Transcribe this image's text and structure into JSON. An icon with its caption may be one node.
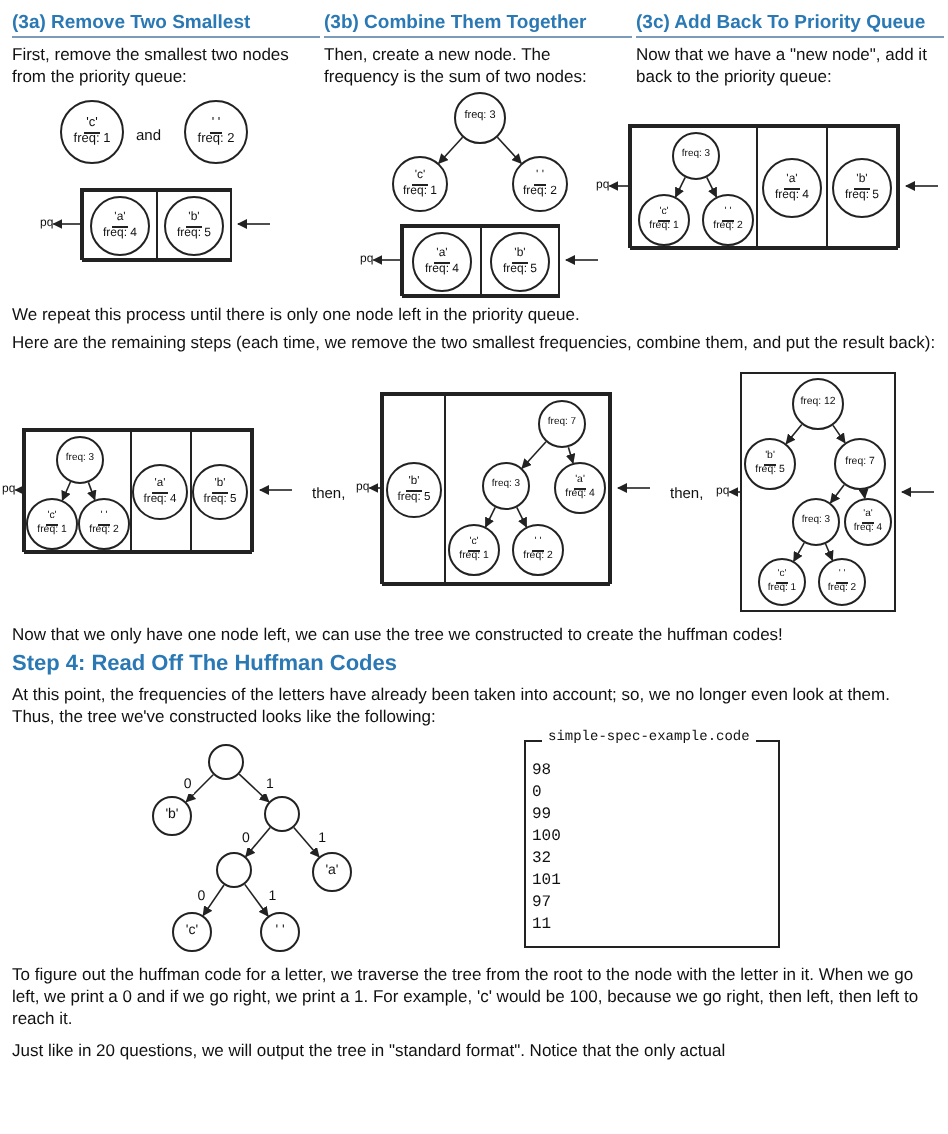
{
  "diagram": {
    "nodes": [
      {
        "text": [
          "'c'",
          "freq: 1"
        ]
      },
      {
        "text": [
          "' '",
          "freq: 2"
        ]
      },
      {
        "text": [
          "pq"
        ]
      },
      {
        "text": [],
        "shape": "box"
      },
      {
        "text": [],
        "shape": "box",
        "in": 3
      },
      {
        "text": [
          "'a'",
          "freq: 4"
        ],
        "in": 4
      },
      {
        "text": [],
        "shape": "box",
        "in": 3
      },
      {
        "text": [
          "'b'",
          "freq: 5"
        ],
        "in": 6
      },
      {
        "text": [
          "freq: 3"
        ]
      },
      {
        "text": [
          "'c'",
          "freq: 1"
        ]
      },
      {
        "text": [
          "' '",
          "freq: 2"
        ]
      },
      {
        "text": [
          "pq"
        ]
      },
      {
        "text": [],
        "shape": "box"
      },
      {
        "text": [],
        "shape": "box",
        "in": 12
      },
      {
        "text": [
          "'a'",
          "freq: 4"
        ],
        "in": 13
      },
      {
        "text": [],
        "shape": "box",
        "in": 12
      },
      {
        "text": [
          "'b'",
          "freq: 5"
        ],
        "in": 15
      },
      {
        "text": [
          "pq"
        ]
      },
      {
        "text": [],
        "shape": "box"
      },
      {
        "text": [],
        "shape": "box",
        "in": 18
      },
      {
        "text": [
          "freq: 3"
        ],
        "in": 19
      },
      {
        "text": [
          "'c'",
          "freq: 1"
        ],
        "in": 19
      },
      {
        "text": [
          "' '",
          "freq: 2"
        ],
        "in": 19
      },
      {
        "text": [],
        "shape": "box",
        "in": 18
      },
      {
        "text": [
          "'a'",
          "freq: 4"
        ],
        "in": 23
      },
      {
        "text": [],
        "shape": "box",
        "in": 18
      },
      {
        "text": [
          "'b'",
          "freq: 5"
        ],
        "in": 25
      },
      {
        "text": [
          "pq"
        ]
      },
      {
        "text": [],
        "shape": "box"
      },
      {
        "text": [],
        "shape": "box",
        "in": 28
      },
      {
        "text": [
          "freq: 3"
        ],
        "in": 29
      },
      {
        "text": [
          "'c'",
          "freq: 1"
        ],
        "in": 29
      },
      {
        "text": [
          "' '",
          "freq: 2"
        ],
        "in": 29
      },
      {
        "text": [],
        "shape": "box",
        "in": 28
      },
      {
        "text": [
          "'a'",
          "freq: 4"
        ],
        "in": 33
      },
      {
        "text": [],
        "shape": "box",
        "in": 28
      },
      {
        "text": [
          "'b'",
          "freq: 5"
        ],
        "in": 35
      },
      {
        "text": [
          "pq"
        ]
      },
      {
        "text": [],
        "shape": "box"
      },
      {
        "text": [],
        "shape": "box",
        "in": 38
      },
      {
        "text": [
          "'b'",
          "freq: 5"
        ],
        "in": 39
      },
      {
        "text": [],
        "shape": "box",
        "in": 38
      },
      {
        "text": [
          "freq: 7"
        ],
        "in": 41
      },
      {
        "text": [
          "freq: 3"
        ],
        "in": 41
      },
      {
        "text": [
          "'a'",
          "freq: 4"
        ],
        "in": 41
      },
      {
        "text": [
          "'c'",
          "freq: 1"
        ],
        "in": 41
      },
      {
        "text": [
          "' '",
          "freq: 2"
        ],
        "in": 41
      },
      {
        "text": [
          "pq"
        ]
      },
      {
        "text": [],
        "shape": "box"
      },
      {
        "text": [
          "freq: 12"
        ],
        "in": 48
      },
      {
        "text": [
          "'b'",
          "freq: 5"
        ],
        "in": 48
      },
      {
        "text": [
          "freq: 7"
        ],
        "in": 48
      },
      {
        "text": [
          "freq: 3"
        ],
        "in": 48
      },
      {
        "text": [
          "'a'",
          "freq: 4"
        ],
        "in": 48
      },
      {
        "text": [
          "'c'",
          "freq: 1"
        ],
        "in": 48
      },
      {
        "text": [
          "' '",
          "freq: 2"
        ],
        "in": 48
      },
      {
        "text": [],
        "shape": "circle"
      },
      {
        "text": [
          "'b'"
        ]
      },
      {
        "text": [],
        "shape": "circle"
      },
      {
        "text": [],
        "shape": "circle"
      },
      {
        "text": [
          "'a'"
        ]
      },
      {
        "text": [
          "'c'"
        ]
      },
      {
        "text": [
          "' '"
        ]
      },
      {
        "text": [
          "simple-spec-example.code",
          "98",
          "0",
          "99",
          "100",
          "32",
          "101",
          "97",
          "11"
        ]
      }
    ],
    "edges": [
      {
        "from": 3,
        "to": 2,
        "arrow": "to"
      },
      {
        "from": null,
        "to": 3,
        "arrow": "to"
      },
      {
        "from": 8,
        "to": 9,
        "arrow": "to"
      },
      {
        "from": 8,
        "to": 10,
        "arrow": "to"
      },
      {
        "from": 12,
        "to": 11,
        "arrow": "to"
      },
      {
        "from": null,
        "to": 12,
        "arrow": "to"
      },
      {
        "from": 20,
        "to": 21,
        "arrow": "to"
      },
      {
        "from": 20,
        "to": 22,
        "arrow": "to"
      },
      {
        "from": 18,
        "to": 17,
        "arrow": "to"
      },
      {
        "from": null,
        "to": 18,
        "arrow": "to"
      },
      {
        "from": 30,
        "to": 31,
        "arrow": "to"
      },
      {
        "from": 30,
        "to": 32,
        "arrow": "to"
      },
      {
        "from": 28,
        "to": 27,
        "arrow": "to"
      },
      {
        "from": null,
        "to": 28,
        "arrow": "to"
      },
      {
        "from": 42,
        "to": 43,
        "arrow": "to"
      },
      {
        "from": 42,
        "to": 44,
        "arrow": "to"
      },
      {
        "from": 43,
        "to": 45,
        "arrow": "to"
      },
      {
        "from": 43,
        "to": 46,
        "arrow": "to"
      },
      {
        "from": 38,
        "to": 37,
        "arrow": "to"
      },
      {
        "from": null,
        "to": 38,
        "arrow": "to"
      },
      {
        "from": 49,
        "to": 50,
        "arrow": "to"
      },
      {
        "from": 49,
        "to": 51,
        "arrow": "to"
      },
      {
        "from": 51,
        "to": 52,
        "arrow": "to"
      },
      {
        "from": 51,
        "to": 53,
        "arrow": "to"
      },
      {
        "from": 52,
        "to": 54,
        "arrow": "to"
      },
      {
        "from": 52,
        "to": 55,
        "arrow": "to"
      },
      {
        "from": 48,
        "to": 47,
        "arrow": "to"
      },
      {
        "from": null,
        "to": 48,
        "arrow": "to"
      },
      {
        "from": 56,
        "to": 57,
        "arrow": "to",
        "label": "0"
      },
      {
        "from": 56,
        "to": 58,
        "arrow": "to",
        "label": "1"
      },
      {
        "from": 58,
        "to": 59,
        "arrow": "to",
        "label": "0"
      },
      {
        "from": 58,
        "to": 60,
        "arrow": "to",
        "label": "1"
      },
      {
        "from": 59,
        "to": 61,
        "arrow": "to",
        "label": "0"
      },
      {
        "from": 59,
        "to": 62,
        "arrow": "to",
        "label": "1"
      }
    ],
    "labels": [
      "(3a) Remove Two Smallest",
      "(3b) Combine Them Together",
      "(3c) Add Back To Priority Queue",
      "First, remove the smallest two nodes from the priority queue:",
      "Then, create a new node. The frequency is the sum of two nodes:",
      "Now that we have a \"new node\", add it back to the priority queue:",
      "and",
      "We repeat this process until there is only one node left in the priority queue.",
      "Here are the remaining steps (each time, we remove the two smallest frequencies, combine them, and put the result back):",
      "then,",
      "then,",
      "Now that we only have one node left, we can use the tree we constructed to create the huffman codes!",
      "Step 4: Read Off The Huffman Codes",
      "At this point, the frequencies of the letters have already been taken into account; so, we no longer even look at them. Thus, the tree we've constructed looks like the following:",
      "To figure out the huffman code for a letter, we traverse the tree from the root to the node with the letter in it. When we go left, we print a 0 and if we go right, we print a 1. For example, 'c' would be 100, because we go right, then left, then left to reach it.",
      "Just like in 20 questions, we will output the tree in \"standard format\". Notice that the only actual"
    ]
  }
}
